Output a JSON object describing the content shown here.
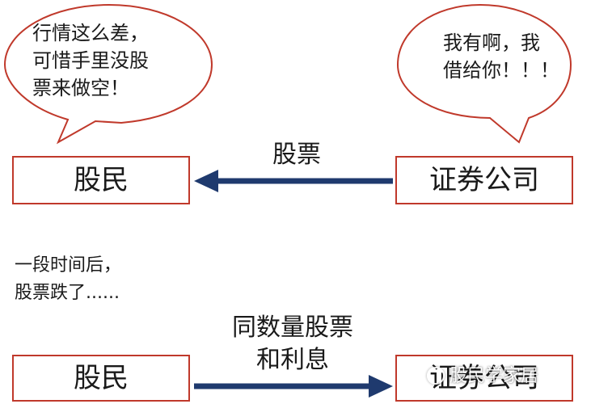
{
  "bubbles": {
    "left": "行情这么差，\n可惜手里没股\n票来做空！",
    "right": "我有啊，我\n借给你！！！"
  },
  "top_row": {
    "left_box": "股民",
    "right_box": "证券公司",
    "arrow_label": "股票"
  },
  "note": "一段时间后，\n股票跌了......",
  "bottom_row": {
    "left_box": "股民",
    "right_box": "证券公司",
    "arrow_label": "同数量股票\n和利息"
  },
  "watermark": "股民学家居",
  "colors": {
    "box_border": "#c0392b",
    "arrow": "#1f3a6e",
    "bubble_border": "#c0392b"
  }
}
